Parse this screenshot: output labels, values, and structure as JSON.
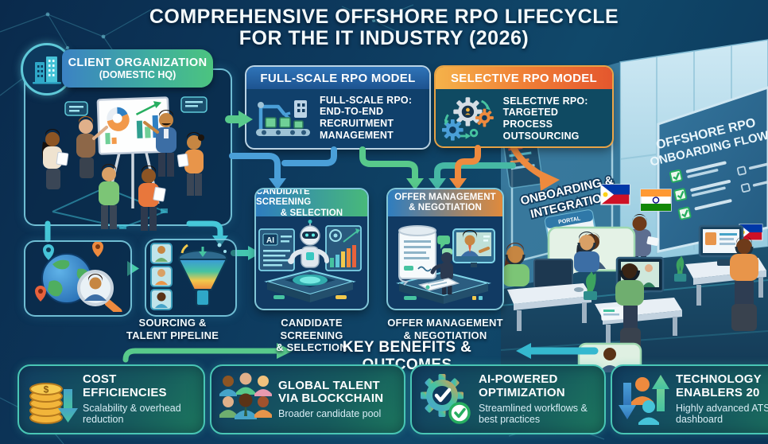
{
  "title": {
    "line1": "COMPREHENSIVE OFFSHORE RPO LIFECYCLE",
    "line2": "FOR THE IT INDUSTRY (2026)"
  },
  "client_org": {
    "banner_line1": "CLIENT ORGANIZATION",
    "banner_line2": "(DOMESTIC HQ)",
    "icon": "building-icon"
  },
  "rpo_models": {
    "full_scale": {
      "header": "FULL-SCALE RPO MODEL",
      "body_line1": "FULL-SCALE RPO:",
      "body_line2": "END-TO-END",
      "body_line3": "RECRUITMENT",
      "body_line4": "MANAGEMENT",
      "icon": "factory-automation-icon"
    },
    "selective": {
      "header": "SELECTIVE RPO MODEL",
      "body_line1": "SELECTIVE RPO:",
      "body_line2": "TARGETED PROCESS",
      "body_line3": "OUTSOURCING",
      "icon": "gears-icon"
    }
  },
  "pipeline": {
    "sourcing_label_line1": "SOURCING &",
    "sourcing_label_line2": "TALENT PIPELINE",
    "screening_header_line1": "CANDIDATE SCREENING",
    "screening_header_line2": "& SELECTION",
    "screening_label_line1": "CANDIDATE SCREENING",
    "screening_label_line2": "& SELECTION",
    "offer_header_line1": "OFFER MANAGEMENT",
    "offer_header_line2": "& NEGOTIATION",
    "offer_label_line1": "OFFER MANAGEMENT",
    "offer_label_line2": "& NEGOTIATION",
    "ai_badge": "AI"
  },
  "onboarding": {
    "label_line1": "ONBOARDING &",
    "label_line2": "INTEGRATION",
    "screen_line1": "OFFSHORE RPO",
    "screen_line2": "ONBOARDING FLOW",
    "portal_label": "PORTAL",
    "flags": [
      "philippines-flag",
      "india-flag",
      "philippines-flag"
    ]
  },
  "benefits": {
    "heading": "KEY BENEFITS & OUTCOMES",
    "cards": [
      {
        "title_line1": "COST",
        "title_line2": "EFFICIENCIES",
        "subtitle": "Scalability & overhead reduction",
        "icon": "coins-down-arrow-icon",
        "coin_symbol": "$"
      },
      {
        "title_line1": "GLOBAL TALENT",
        "title_line2": "VIA BLOCKCHAIN",
        "subtitle": "Broader candidate pool",
        "icon": "global-talent-people-icon"
      },
      {
        "title_line1": "AI-POWERED",
        "title_line2": "OPTIMIZATION",
        "subtitle": "Streamlined workflows & best practices",
        "icon": "gear-checkmark-icon"
      },
      {
        "title_line1": "TECHNOLOGY",
        "title_line2": "ENABLERS 20",
        "subtitle": "Highly advanced ATS dashboard",
        "icon": "talent-growth-arrows-icon"
      }
    ]
  },
  "colors": {
    "accent_teal": "#4fd1c5",
    "accent_green": "#58c98b",
    "accent_blue": "#4a9fd8",
    "accent_orange": "#ee8a3e",
    "banner_blue": "#3b82c4",
    "banner_green": "#45c78a",
    "header_orange": "#ef9f3f",
    "header_red": "#e0512f",
    "background_top": "#0a2a4c",
    "background_mid": "#10486a"
  }
}
